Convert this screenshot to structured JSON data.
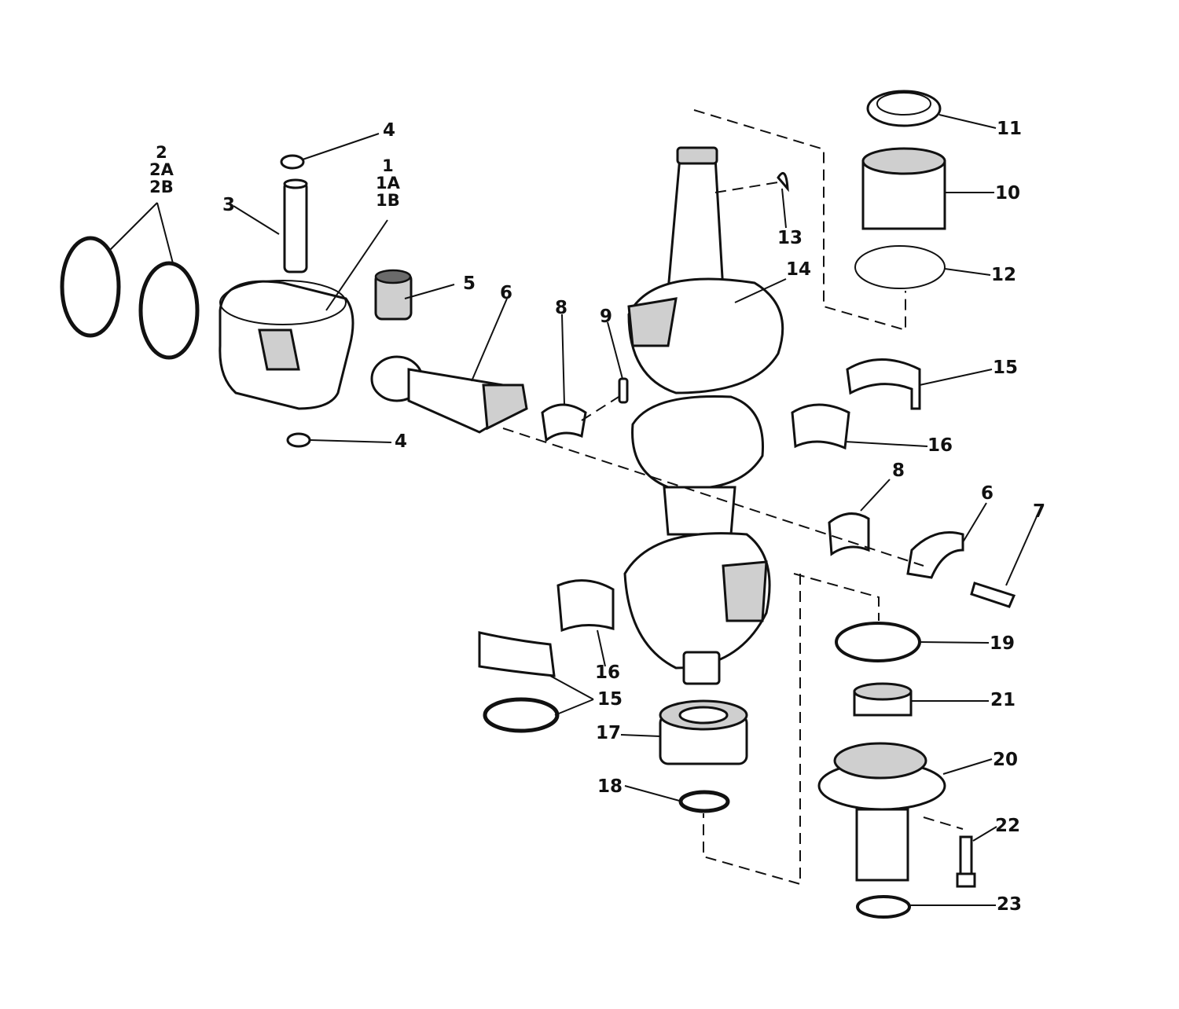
{
  "callouts": {
    "c1": "1",
    "c1a": "1A",
    "c1b": "1B",
    "c2": "2",
    "c2a": "2A",
    "c2b": "2B",
    "c3": "3",
    "c4_top": "4",
    "c4_bottom": "4",
    "c5": "5",
    "c6_rod": "6",
    "c6_cap": "6",
    "c7": "7",
    "c8_top": "8",
    "c8_lower": "8",
    "c9": "9",
    "c10": "10",
    "c11": "11",
    "c12": "12",
    "c13": "13",
    "c14": "14",
    "c15_upper": "15",
    "c15_lower": "15",
    "c16_upper": "16",
    "c16_lower": "16",
    "c17": "17",
    "c18": "18",
    "c19": "19",
    "c20": "20",
    "c21": "21",
    "c22": "22",
    "c23": "23"
  },
  "colors": {
    "ink": "#111111",
    "shade": "#cfcfcf",
    "dark": "#6a6a6a"
  }
}
